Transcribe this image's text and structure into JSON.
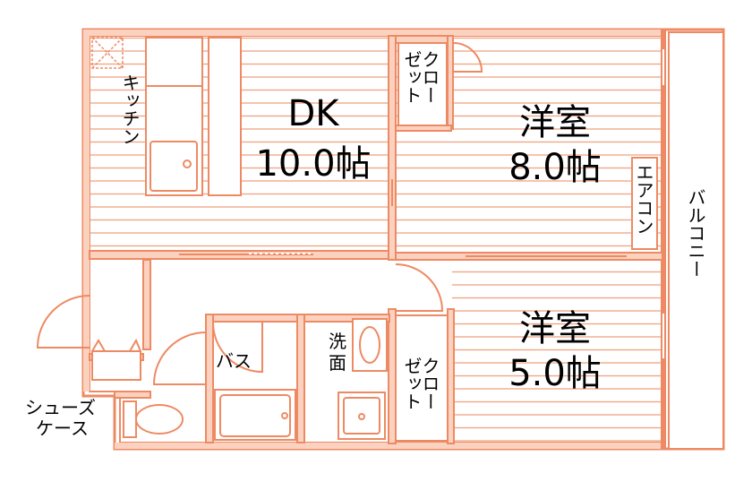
{
  "colors": {
    "wall": "#ee8a63",
    "wall_fill": "#fbd2bf",
    "floor_line": "#f0a383",
    "text": "#000000",
    "background": "#ffffff"
  },
  "rooms": {
    "dk": {
      "name": "DK",
      "size": "10.0帖"
    },
    "western_8": {
      "name": "洋室",
      "size": "8.0帖"
    },
    "western_5": {
      "name": "洋室",
      "size": "5.0帖"
    }
  },
  "labels": {
    "kitchen": "キッチン",
    "closet_line1": "クロー",
    "closet_line2": "ゼット",
    "aircon": "エアコン",
    "balcony": "バルコニー",
    "bath": "バス",
    "washroom": "洗面",
    "shoe_case_line1": "シューズ",
    "shoe_case_line2": "ケース"
  }
}
